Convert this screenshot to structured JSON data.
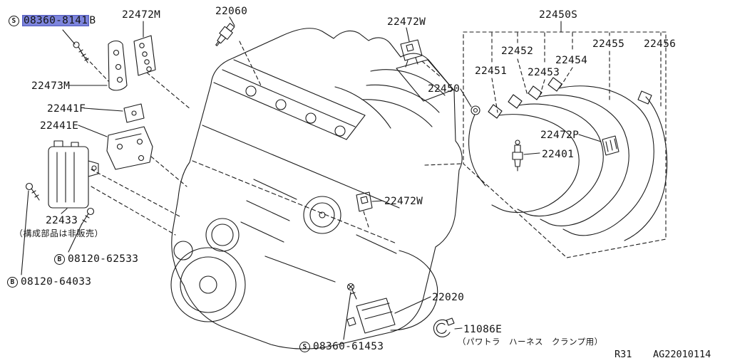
{
  "page": {
    "background": "#ffffff",
    "line_color": "#1b1b1b",
    "text_color": "#141414",
    "highlight_color": "#7d85dd",
    "highlight_border": "#5a62c4"
  },
  "labels": {
    "n08360_8141b": {
      "symbol": "S",
      "number": "08360-8141",
      "suffix": "B"
    },
    "n22472m": {
      "number": "22472M"
    },
    "n22060": {
      "number": "22060"
    },
    "n22472w_top": {
      "number": "22472W"
    },
    "n22450s": {
      "number": "22450S"
    },
    "n22451": {
      "number": "22451"
    },
    "n22452": {
      "number": "22452"
    },
    "n22453": {
      "number": "22453"
    },
    "n22454": {
      "number": "22454"
    },
    "n22455": {
      "number": "22455"
    },
    "n22456": {
      "number": "22456"
    },
    "n22473m": {
      "number": "22473M"
    },
    "n22450": {
      "number": "22450"
    },
    "n22441f": {
      "number": "22441F"
    },
    "n22441e": {
      "number": "22441E"
    },
    "n22472p": {
      "number": "22472P"
    },
    "n22401": {
      "number": "22401"
    },
    "n22472w_mid": {
      "number": "22472W"
    },
    "n22433": {
      "number": "22433",
      "note": "（構成部品は非販売）"
    },
    "b08120_62533": {
      "symbol": "B",
      "number": "08120-62533"
    },
    "b08120_64033": {
      "symbol": "B",
      "number": "08120-64033"
    },
    "n22020": {
      "number": "22020"
    },
    "s08360_61453": {
      "symbol": "S",
      "number": "08360-61453"
    },
    "n11086e": {
      "number": "11086E",
      "note": "（パワトラ　ハーネス　クランプ用）"
    }
  },
  "footer": {
    "model_ref": "R31",
    "drawing_code": "AG22010114"
  }
}
